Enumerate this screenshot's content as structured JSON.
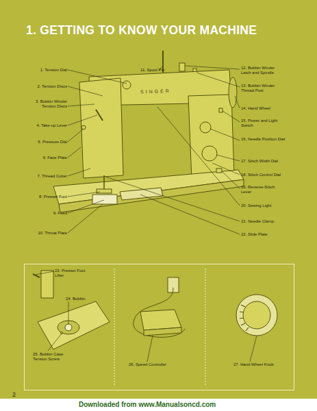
{
  "diagram": {
    "title": "1. GETTING TO KNOW YOUR MACHINE",
    "nodes": [
      {
        "text": [
          "23. Presser Foot Lifter",
          "24. Bobbin",
          "25. Bobbin Case Tension Screw",
          "26. Speed Controller",
          "27. Hand Wheel Knob"
        ]
      }
    ],
    "labels": [
      "1. Tension Dial",
      "2. Tension Discs",
      "3. Bobbin Winder Tension Discs",
      "4. Take-up Lever",
      "5. Pressure Dial",
      "6. Face Plate",
      "7. Thread Cutter",
      "8. Presser Foot",
      "9. Feed",
      "10. Throat Plate",
      "11. Spool Pin",
      "12. Bobbin Winder Latch and Spindle",
      "13. Bobbin Winder Thread Post",
      "14. Hand Wheel",
      "15. Power and Light Switch",
      "16. Needle Position Dial",
      "17. Stitch Width Dial",
      "18. Stitch Control Dial",
      "19. Reverse-Stitch Lever",
      "20. Sewing Light",
      "21. Needle Clamp",
      "22. Slide Plate",
      "SINGER",
      "2",
      "Downloaded from www.Manualsoncd.com"
    ]
  }
}
